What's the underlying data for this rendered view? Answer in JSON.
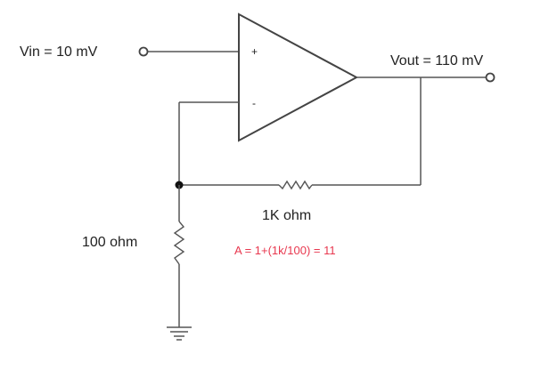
{
  "labels": {
    "vin": "Vin = 10 mV",
    "vout": "Vout = 110 mV",
    "plus_pin": "+",
    "minus_pin": "-",
    "feedback_resistor": "1K ohm",
    "ground_resistor": "100 ohm",
    "gain_formula": "A = 1+(1k/100) = 11"
  },
  "colors": {
    "formula": "#e8384f",
    "wire": "#555555",
    "node": "#111111"
  }
}
